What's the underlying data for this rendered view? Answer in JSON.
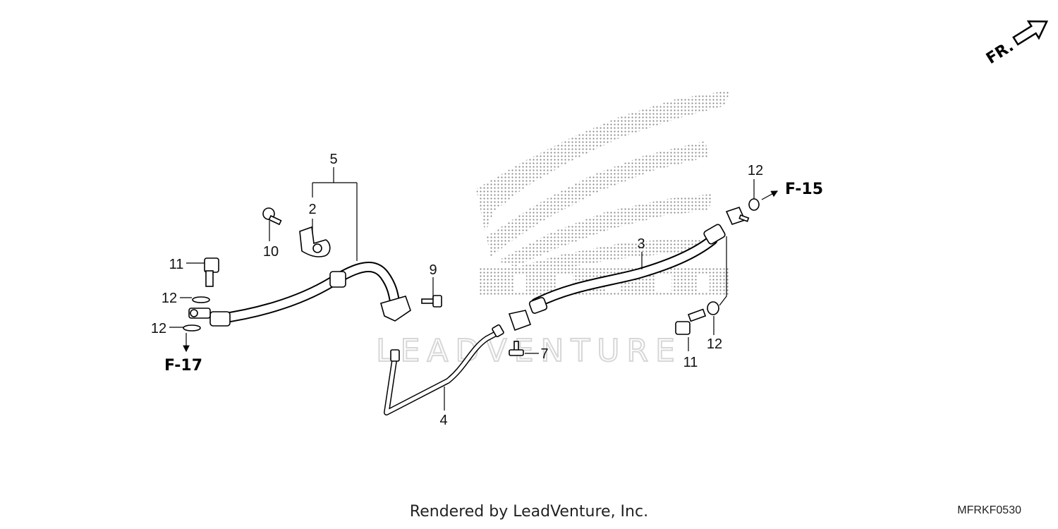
{
  "diagram": {
    "direction_label": "FR.",
    "watermark_text": "LEADVENTURE",
    "references": {
      "f15": "F-15",
      "f17": "F-17"
    },
    "callouts": {
      "c2": "2",
      "c3": "3",
      "c4": "4",
      "c5": "5",
      "c7": "7",
      "c9": "9",
      "c10": "10",
      "c11a": "11",
      "c11b": "11",
      "c12a": "12",
      "c12b": "12",
      "c12c": "12",
      "c12d": "12"
    }
  },
  "footer": {
    "credit": "Rendered by LeadVenture, Inc.",
    "diagram_code": "MFRKF0530"
  }
}
